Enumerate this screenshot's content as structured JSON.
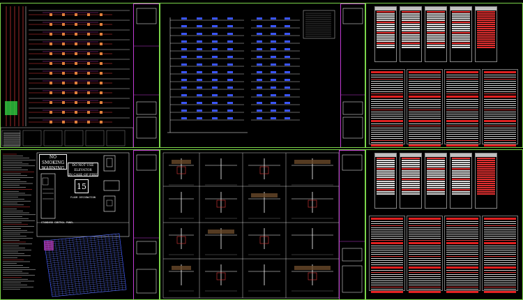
{
  "signs": {
    "no_smoking_line1": "NO SMOKING",
    "no_smoking_line2": "WARNING",
    "do_not_use_line1": "DO NOT USE ELEVATOR",
    "do_not_use_line2": "IN CASE OF FIRE",
    "floor_number": "15"
  },
  "labels": {
    "standard_control_panel": "STANDARD CONTROL PANEL",
    "floor_designation": "FLOOR DESIGNATION"
  },
  "colors": {
    "sheet_border": "#7bd54a",
    "title_block": "#c23bd4",
    "riser_blue": "#3a55ff",
    "wiring_red": "#e03a3a",
    "wiring_orange": "#e0803a"
  }
}
